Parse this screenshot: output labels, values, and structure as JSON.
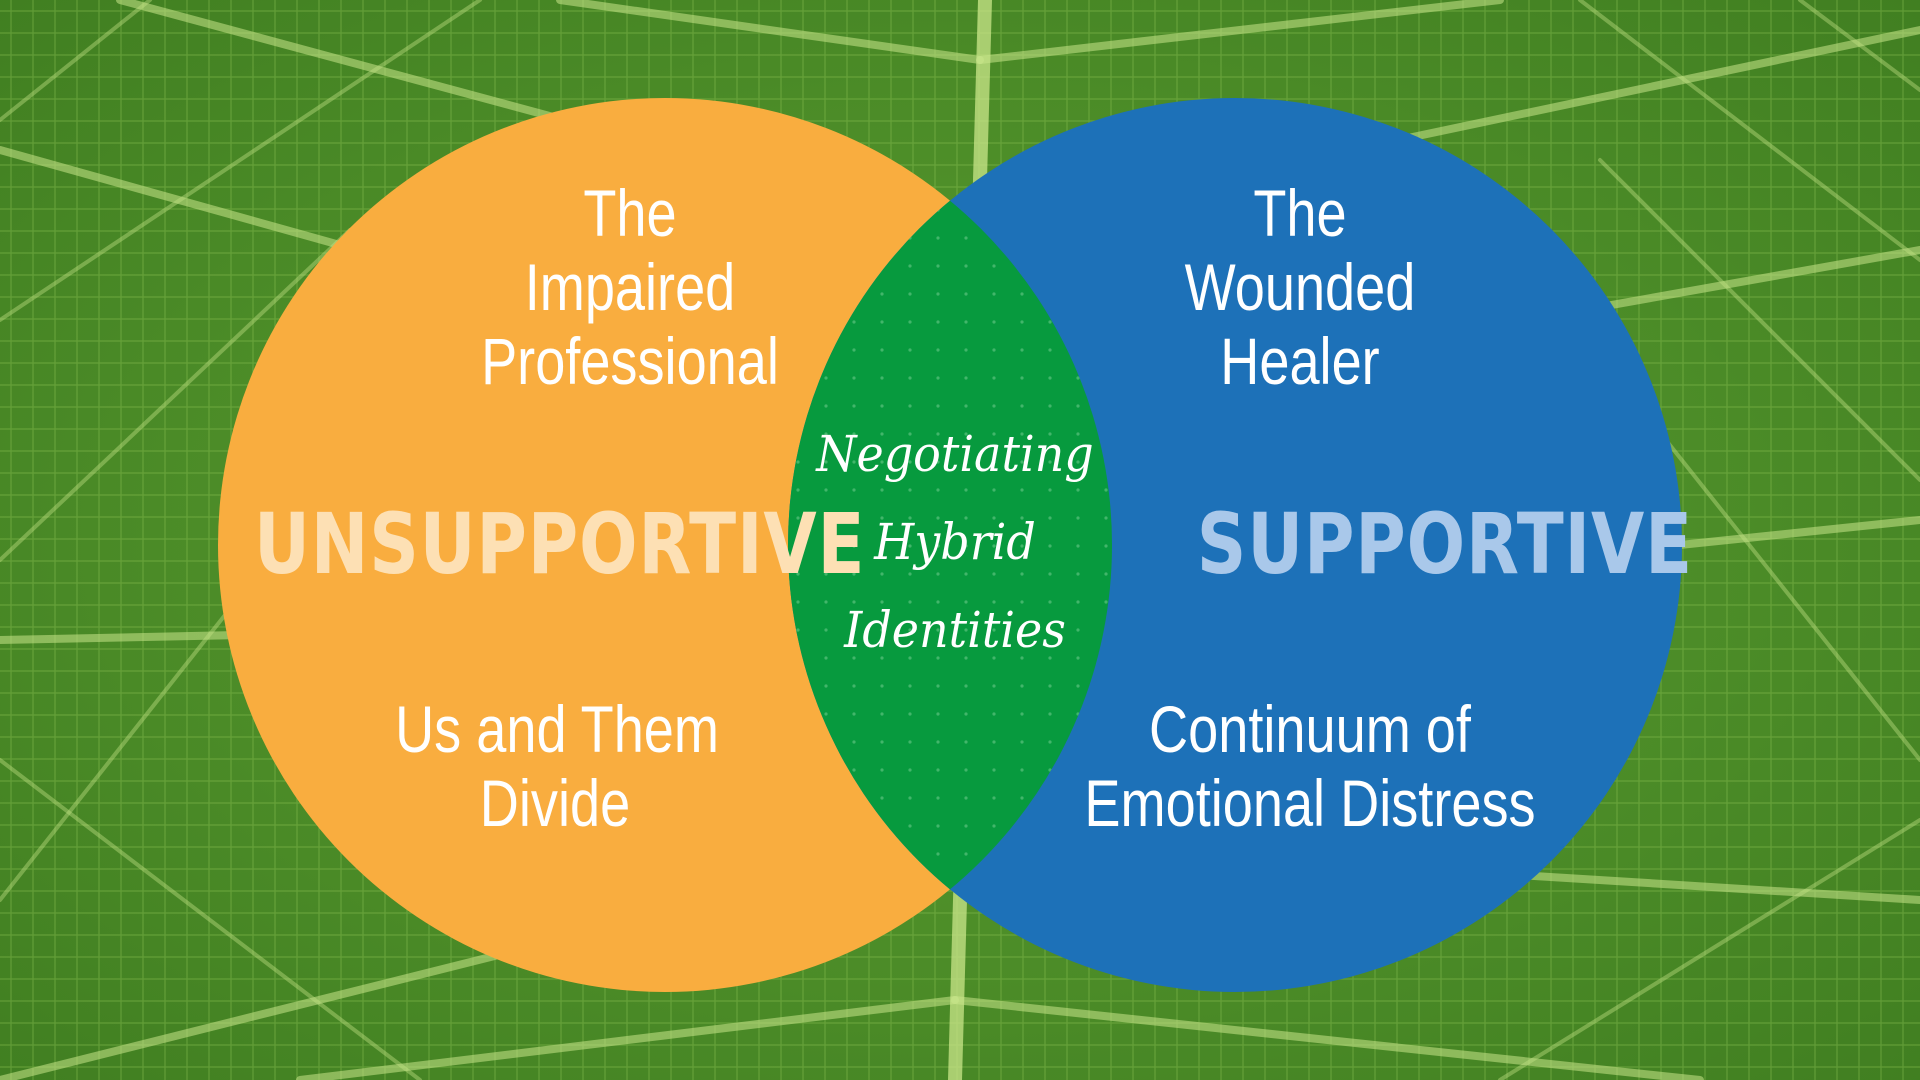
{
  "colors": {
    "leaf_base": "#4f8f2a",
    "leaf_dark": "#2f6a18",
    "vein": "#c9e58a",
    "left_circle": "#f9ad3f",
    "right_circle": "#1d71b8",
    "overlap": "#079a3e",
    "unsupportive_text": "#fde0b4",
    "supportive_text": "#a9c8ea",
    "text": "#ffffff"
  },
  "left": {
    "top_lines": [
      "The",
      "Impaired",
      "Professional"
    ],
    "big": "UNSUPPORTIVE",
    "bottom_lines": [
      "Us and Them",
      "Divide"
    ]
  },
  "right": {
    "top_lines": [
      "The",
      "Wounded",
      "Healer"
    ],
    "big": "SUPPORTIVE",
    "bottom_lines": [
      "Continuum of",
      "Emotional Distress"
    ]
  },
  "center": {
    "lines": [
      "Negotiating",
      "Hybrid",
      "Identities"
    ]
  }
}
